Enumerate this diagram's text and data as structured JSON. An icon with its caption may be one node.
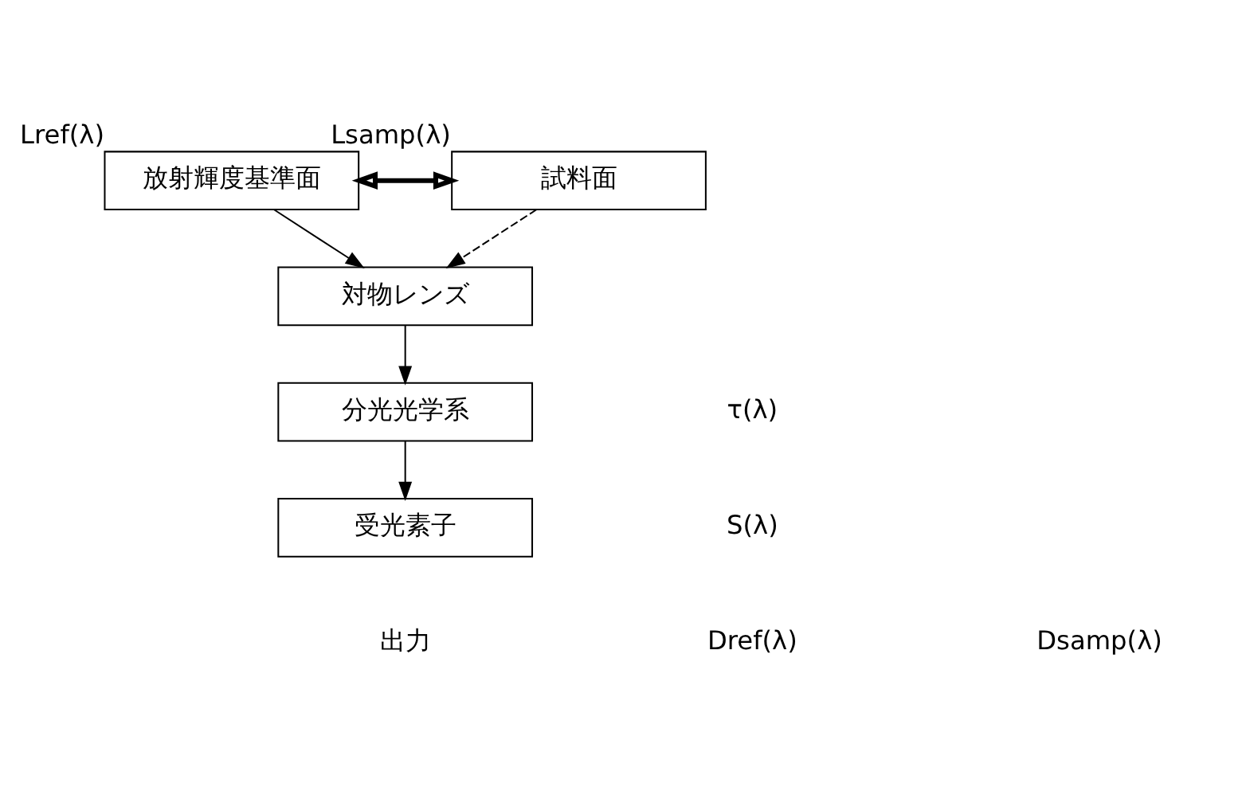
{
  "diagram": {
    "nodes": [
      {
        "text": [
          "放射輝度基準面"
        ],
        "beside": [
          "Lref(λ)"
        ]
      },
      {
        "text": [
          "試料面"
        ],
        "beside": [
          "Lsamp(λ)"
        ]
      },
      {
        "text": [
          "対物レンズ"
        ]
      },
      {
        "text": [
          "分光光学系"
        ]
      },
      {
        "text": [
          "受光素子"
        ]
      }
    ],
    "edges": [
      {
        "from": 0,
        "to": 1,
        "arrow": "both",
        "style": "thick"
      },
      {
        "from": 0,
        "to": 2,
        "arrow": "to"
      },
      {
        "from": 1,
        "to": 2,
        "arrow": "to",
        "style": "dashed"
      },
      {
        "from": 2,
        "to": 3,
        "arrow": "to"
      },
      {
        "from": 3,
        "to": 4,
        "arrow": "to"
      }
    ],
    "labels": [
      "τ(λ)",
      "S(λ)",
      "出力",
      "Dref(λ)",
      "Dsamp(λ)"
    ]
  }
}
